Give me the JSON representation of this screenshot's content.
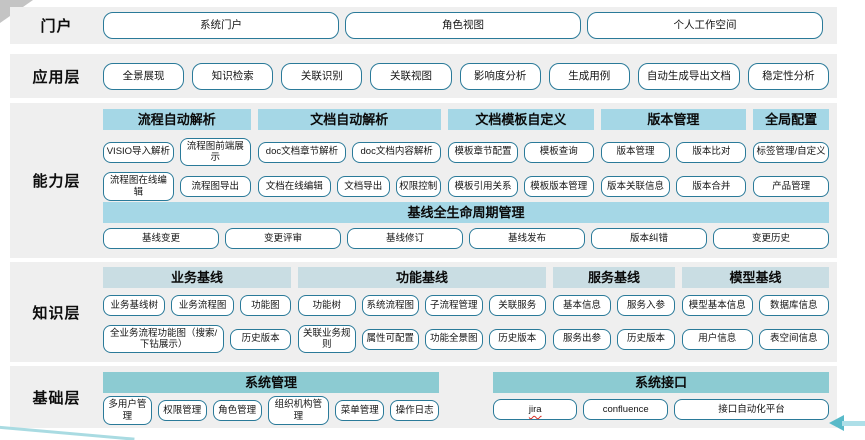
{
  "portal": {
    "label": "门户",
    "items": [
      "系统门户",
      "角色视图",
      "个人工作空间"
    ]
  },
  "app": {
    "label": "应用层",
    "items": [
      "全景展现",
      "知识检索",
      "关联识别",
      "关联视图",
      "影响度分析",
      "生成用例",
      "自动生成导出文档",
      "稳定性分析"
    ]
  },
  "capability": {
    "label": "能力层",
    "groups": [
      {
        "title": "流程自动解析",
        "row1": [
          "VISIO导入解析",
          "流程图前端展示"
        ],
        "row2": [
          "流程图在线编辑",
          "流程图导出"
        ]
      },
      {
        "title": "文档自动解析",
        "row1": [
          "doc文档章节解析",
          "doc文档内容解析"
        ],
        "row2": [
          "文档在线编辑",
          "文档导出",
          "权限控制"
        ]
      },
      {
        "title": "文档模板自定义",
        "row1": [
          "模板章节配置",
          "模板查询"
        ],
        "row2": [
          "模板引用关系",
          "模板版本管理"
        ]
      },
      {
        "title": "版本管理",
        "row1": [
          "版本管理",
          "版本比对"
        ],
        "row2": [
          "版本关联信息",
          "版本合并"
        ]
      },
      {
        "title": "全局配置",
        "row1": [
          "标签管理/自定义"
        ],
        "row2": [
          "产品管理"
        ]
      }
    ],
    "baseline": {
      "title": "基线全生命周期管理",
      "items": [
        "基线变更",
        "变更评审",
        "基线修订",
        "基线发布",
        "版本纠错",
        "变更历史"
      ]
    }
  },
  "knowledge": {
    "label": "知识层",
    "groups": [
      {
        "title": "业务基线",
        "row1": [
          "业务基线树",
          "业务流程图",
          "功能图"
        ],
        "row2": [
          "全业务流程功能图（搜索/下钻展示）",
          "历史版本"
        ]
      },
      {
        "title": "功能基线",
        "row1": [
          "功能树",
          "系统流程图",
          "子流程管理",
          "关联服务"
        ],
        "row2": [
          "关联业务规则",
          "属性可配置",
          "功能全景图",
          "历史版本"
        ]
      },
      {
        "title": "服务基线",
        "row1": [
          "基本信息",
          "服务入参"
        ],
        "row2": [
          "服务出参",
          "历史版本"
        ]
      },
      {
        "title": "模型基线",
        "row1": [
          "模型基本信息",
          "数据库信息"
        ],
        "row2": [
          "用户信息",
          "表空间信息"
        ]
      }
    ]
  },
  "base": {
    "label": "基础层",
    "groups": [
      {
        "title": "系统管理",
        "items": [
          "多用户管理",
          "权限管理",
          "角色管理",
          "组织机构管理",
          "菜单管理",
          "操作日志"
        ]
      },
      {
        "title": "系统接口",
        "items": [
          "jira",
          "confluence",
          "接口自动化平台"
        ]
      }
    ]
  },
  "colors": {
    "band_background": "#efefef",
    "capability_header": "#a5d7e6",
    "knowledge_header": "#c9dde3",
    "base_header": "#8ccbd2",
    "button_border": "#2a7a99",
    "spellcheck_underline": "#d93025",
    "arrow_accent": "#58bac9"
  }
}
